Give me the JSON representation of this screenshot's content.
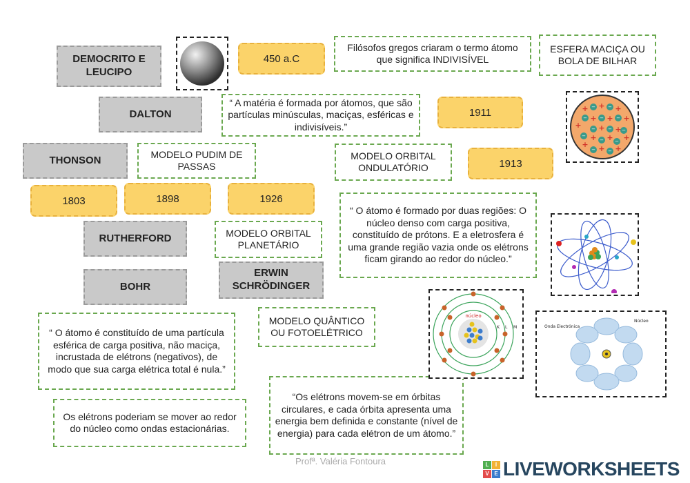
{
  "names": {
    "democrito": "DEMOCRITO E LEUCIPO",
    "dalton": "DALTON",
    "thonson": "THONSON",
    "rutherford": "RUTHERFORD",
    "bohr": "BOHR",
    "schrodinger_1": "ERWIN",
    "schrodinger_2": "SCHRÖDINGER"
  },
  "years": {
    "y450": "450 a.C",
    "y1911": "1911",
    "y1913": "1913",
    "y1803": "1803",
    "y1898": "1898",
    "y1926": "1926"
  },
  "texts": {
    "filosofos": "Filósofos gregos criaram o termo átomo que significa INDIVISÍVEL",
    "esfera": "ESFERA MACIÇA OU BOLA DE BILHAR",
    "materia": "“ A matéria é formada por átomos, que são partículas minúsculas, maciças, esféricas e indivisíveis.”",
    "pudim": "MODELO PUDIM DE PASSAS",
    "orbital_ondulatorio": "MODELO ORBITAL ONDULATÓRIO",
    "duas_regioes": "“ O átomo é formado por duas regiões: O núcleo denso com carga positiva, constituído de prótons. E a eletrosfera é uma grande região vazia onde os elétrons ficam girando ao redor do núcleo.”",
    "orbital_planetario": "MODELO ORBITAL PLANETÁRIO",
    "quantico": "MODELO QUÂNTICO OU FOTOELÉTRICO",
    "esferica_positiva": "“ O átomo é constituído de uma partícula esférica de carga positiva, não maciça, incrustada de elétrons (negativos), de modo que sua carga elétrica total é nula.”",
    "ondas": "Os elétrons poderiam se mover ao redor do núcleo como ondas estacionárias.",
    "orbitas": "“Os elétrons movem-se em órbitas circulares, e cada órbita apresenta uma energia bem definida e constante (nível de energia) para cada elétron de um átomo.”"
  },
  "figure_labels": {
    "nucleo_bohr": "núcleo",
    "k": "K",
    "l": "L",
    "m": "M",
    "onda": "Onda Electrónica",
    "nucleo_wave": "Núcleo"
  },
  "footer": {
    "author": "Profª. Valéria Fontoura",
    "brand": "LIVEWORKSHEETS"
  },
  "colors": {
    "name_bg": "#c9c9c9",
    "year_bg": "#fbd36a",
    "green_border": "#6aa84f"
  }
}
